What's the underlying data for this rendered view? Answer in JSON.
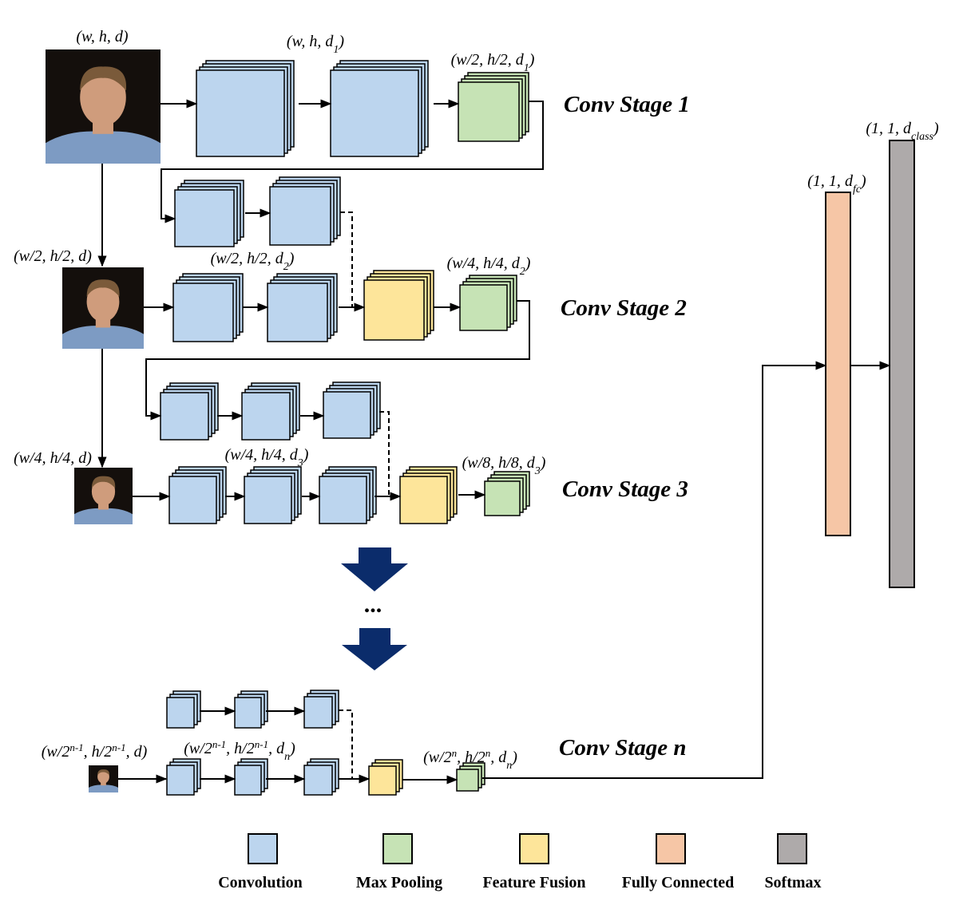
{
  "colors": {
    "convolution": "#bcd5ee",
    "max_pooling": "#c6e3b5",
    "feature_fusion": "#fde59a",
    "fully_connected": "#f6c6a6",
    "softmax": "#aeaaaa",
    "arrow_big": "#0b2c6b",
    "face_shirt": "#7d9bc3",
    "face_skin": "#cf9c7c"
  },
  "labels": {
    "input1": [
      "(",
      "w",
      ", ",
      "h",
      ", ",
      "d",
      ")"
    ],
    "conv1": [
      "(",
      "w",
      ", ",
      "h",
      ", ",
      "d",
      "1",
      ")"
    ],
    "pool1": [
      "(",
      "w",
      "/2, ",
      "h",
      "/2, ",
      "d",
      "1",
      ")"
    ],
    "input2": [
      "(",
      "w",
      "/2, ",
      "h",
      "/2, ",
      "d",
      ")"
    ],
    "conv2": [
      "(",
      "w",
      "/2, ",
      "h",
      "/2, ",
      "d",
      "2",
      ")"
    ],
    "pool2": [
      "(",
      "w",
      "/4, ",
      "h",
      "/4, ",
      "d",
      "2",
      ")"
    ],
    "input3": [
      "(",
      "w",
      "/4, ",
      "h",
      "/4, ",
      "d",
      ")"
    ],
    "conv3": [
      "(",
      "w",
      "/4, ",
      "h",
      "/4, ",
      "d",
      "3",
      ")"
    ],
    "pool3": [
      "(",
      "w",
      "/8, ",
      "h",
      "/8, ",
      "d",
      "3",
      ")"
    ],
    "inputn": [
      "(",
      "w",
      "/2",
      "n-1",
      ", ",
      "h",
      "/2",
      "n-1",
      ", ",
      "d",
      ")"
    ],
    "convn": [
      "(",
      "w",
      "/2",
      "n-1",
      ", ",
      "h",
      "/2",
      "n-1",
      ", ",
      "d",
      "n",
      ")"
    ],
    "pooln": [
      "(",
      "w",
      "/2",
      "n",
      ", ",
      "h",
      "/2",
      "n",
      ", ",
      "d",
      "n",
      ")"
    ],
    "fc": [
      "(1, 1, ",
      "d",
      "fc",
      ")"
    ],
    "softmax": [
      "(1, 1, ",
      "d",
      "class",
      ")"
    ]
  },
  "stages": {
    "s1": "Conv Stage 1",
    "s2": "Conv Stage 2",
    "s3": "Conv Stage 3",
    "sn": "Conv Stage n"
  },
  "ellipsis": "...",
  "legend": [
    {
      "label": "Convolution",
      "color_key": "convolution"
    },
    {
      "label": "Max Pooling",
      "color_key": "max_pooling"
    },
    {
      "label": "Feature Fusion",
      "color_key": "feature_fusion"
    },
    {
      "label": "Fully Connected",
      "color_key": "fully_connected"
    },
    {
      "label": "Softmax",
      "color_key": "softmax"
    }
  ]
}
